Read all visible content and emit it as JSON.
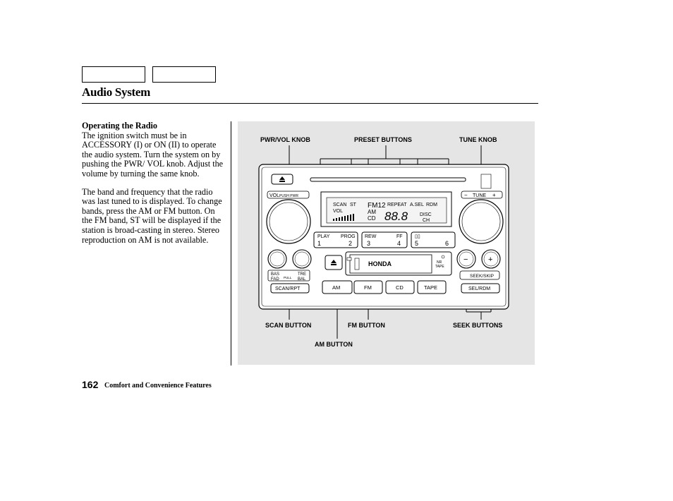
{
  "header": {
    "tab_boxes": [
      "",
      ""
    ],
    "title": "Audio System"
  },
  "article": {
    "heading": "Operating the Radio",
    "paragraphs": [
      "The ignition switch must be in ACCESSORY (I) or ON (II) to operate the audio system. Turn the system on by pushing the PWR/ VOL knob. Adjust the volume by turning the same knob.",
      "The band and frequency that the radio was last tuned to is displayed. To change bands, press the AM or FM button. On the FM band, ST will be displayed if the station is broad-casting in stereo. Stereo reproduction on AM is not available."
    ]
  },
  "figure": {
    "callouts": {
      "pwr_vol_knob": "PWR/VOL KNOB",
      "preset_buttons": "PRESET BUTTONS",
      "tune_knob": "TUNE KNOB",
      "scan_button": "SCAN BUTTON",
      "fm_button": "FM BUTTON",
      "seek_buttons": "SEEK BUTTONS",
      "am_button": "AM BUTTON"
    },
    "radio": {
      "vol_label": "VOL",
      "push_pwr_label": "PUSH PWR",
      "tune_label": "TUNE",
      "display_indicators": [
        "SCAN",
        "ST",
        "FM12",
        "REPEAT",
        "A.SEL",
        "RDM",
        "AM",
        "CD",
        "DISC",
        "CH"
      ],
      "display_vol": "VOL",
      "display_digits": "88.8",
      "preset_groups": [
        {
          "top": [
            "PLAY",
            "PROG"
          ],
          "bottom": [
            "1",
            "2"
          ]
        },
        {
          "top": [
            "REW",
            "FF"
          ],
          "bottom": [
            "3",
            "4"
          ]
        },
        {
          "top": [
            "▯▯",
            ""
          ],
          "bottom": [
            "5",
            "6"
          ]
        }
      ],
      "bas_label": "BAS",
      "fad_label": "FAD",
      "tre_label": "TRE",
      "bal_label": "BAL",
      "pull_label": "PULL",
      "scan_rpt": "SCAN/RPT",
      "brand": "HONDA",
      "dolby_a": "NR",
      "dolby_b": "TAPE",
      "band_buttons": [
        "AM",
        "FM",
        "CD",
        "TAPE"
      ],
      "seek_skip": "SEEK/SKIP",
      "sel_rdm": "SEL/RDM",
      "minus": "−",
      "plus": "+"
    }
  },
  "footer": {
    "page_number": "162",
    "section": "Comfort and Convenience Features"
  }
}
